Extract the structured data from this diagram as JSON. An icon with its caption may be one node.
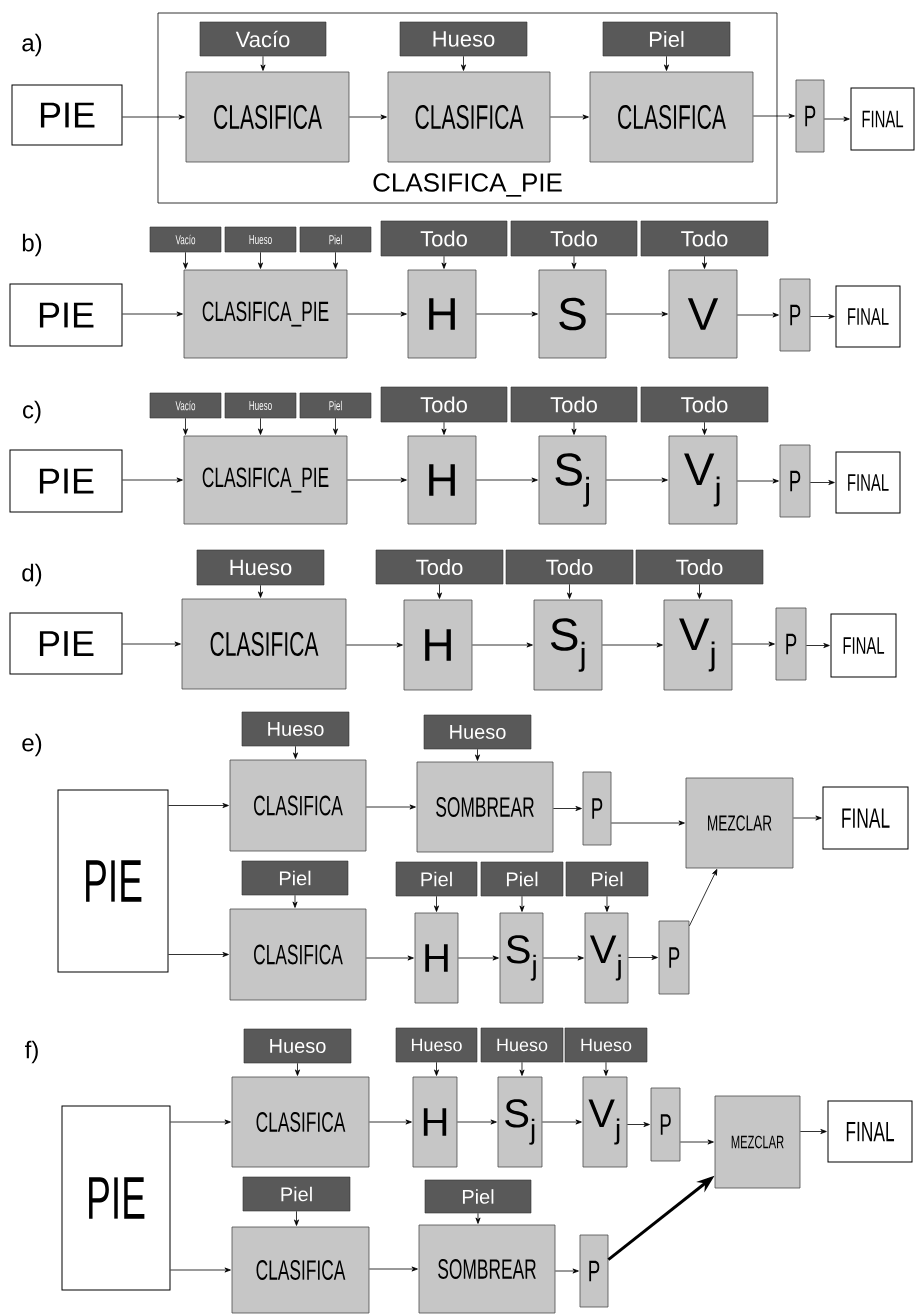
{
  "diagram": {
    "nodes": [
      {
        "text": [
          "PIE"
        ]
      },
      {
        "text": [
          "CLASIFICA_PIE"
        ]
      },
      {
        "text": [
          "Vacío"
        ],
        "in": 1
      },
      {
        "text": [
          "CLASIFICA"
        ],
        "in": 1
      },
      {
        "text": [
          "Hueso"
        ],
        "in": 1
      },
      {
        "text": [
          "CLASIFICA"
        ],
        "in": 1
      },
      {
        "text": [
          "Piel"
        ],
        "in": 1
      },
      {
        "text": [
          "CLASIFICA"
        ],
        "in": 1
      },
      {
        "text": [
          "P"
        ]
      },
      {
        "text": [
          "FINAL"
        ]
      },
      {
        "text": [
          "PIE"
        ]
      },
      {
        "text": [
          "Vacío"
        ]
      },
      {
        "text": [
          "Hueso"
        ]
      },
      {
        "text": [
          "Piel"
        ]
      },
      {
        "text": [
          "CLASIFICA_PIE"
        ]
      },
      {
        "text": [
          "Todo"
        ]
      },
      {
        "text": [
          "H"
        ]
      },
      {
        "text": [
          "Todo"
        ]
      },
      {
        "text": [
          "S"
        ]
      },
      {
        "text": [
          "Todo"
        ]
      },
      {
        "text": [
          "V"
        ]
      },
      {
        "text": [
          "P"
        ]
      },
      {
        "text": [
          "FINAL"
        ]
      },
      {
        "text": [
          "PIE"
        ]
      },
      {
        "text": [
          "Vacío"
        ]
      },
      {
        "text": [
          "Hueso"
        ]
      },
      {
        "text": [
          "Piel"
        ]
      },
      {
        "text": [
          "CLASIFICA_PIE"
        ]
      },
      {
        "text": [
          "Todo"
        ]
      },
      {
        "text": [
          "H"
        ]
      },
      {
        "text": [
          "Todo"
        ]
      },
      {
        "text": [
          "S$_{j}$"
        ]
      },
      {
        "text": [
          "Todo"
        ]
      },
      {
        "text": [
          "V$_{j}$"
        ]
      },
      {
        "text": [
          "P"
        ]
      },
      {
        "text": [
          "FINAL"
        ]
      },
      {
        "text": [
          "PIE"
        ]
      },
      {
        "text": [
          "Hueso"
        ]
      },
      {
        "text": [
          "CLASIFICA"
        ]
      },
      {
        "text": [
          "Todo"
        ]
      },
      {
        "text": [
          "H"
        ]
      },
      {
        "text": [
          "Todo"
        ]
      },
      {
        "text": [
          "S$_{j}$"
        ]
      },
      {
        "text": [
          "Todo"
        ]
      },
      {
        "text": [
          "V$_{j}$"
        ]
      },
      {
        "text": [
          "P"
        ]
      },
      {
        "text": [
          "FINAL"
        ]
      },
      {
        "text": [
          "PIE"
        ]
      },
      {
        "text": [
          "Hueso"
        ]
      },
      {
        "text": [
          "CLASIFICA"
        ]
      },
      {
        "text": [
          "Hueso"
        ]
      },
      {
        "text": [
          "SOMBREAR"
        ]
      },
      {
        "text": [
          "P"
        ]
      },
      {
        "text": [
          "MEZCLAR"
        ]
      },
      {
        "text": [
          "FINAL"
        ]
      },
      {
        "text": [
          "Piel"
        ]
      },
      {
        "text": [
          "CLASIFICA"
        ]
      },
      {
        "text": [
          "Piel"
        ]
      },
      {
        "text": [
          "H"
        ]
      },
      {
        "text": [
          "Piel"
        ]
      },
      {
        "text": [
          "S$_{j}$"
        ]
      },
      {
        "text": [
          "Piel"
        ]
      },
      {
        "text": [
          "V$_{j}$"
        ]
      },
      {
        "text": [
          "P"
        ]
      },
      {
        "text": [
          "PIE"
        ]
      },
      {
        "text": [
          "Hueso"
        ]
      },
      {
        "text": [
          "CLASIFICA"
        ]
      },
      {
        "text": [
          "Hueso"
        ]
      },
      {
        "text": [
          "H"
        ]
      },
      {
        "text": [
          "Hueso"
        ]
      },
      {
        "text": [
          "S$_{j}$"
        ]
      },
      {
        "text": [
          "Hueso"
        ]
      },
      {
        "text": [
          "V$_{j}$"
        ]
      },
      {
        "text": [
          "P"
        ]
      },
      {
        "text": [
          "MEZCLAR"
        ]
      },
      {
        "text": [
          "FINAL"
        ]
      },
      {
        "text": [
          "Piel"
        ]
      },
      {
        "text": [
          "CLASIFICA"
        ]
      },
      {
        "text": [
          "Piel"
        ]
      },
      {
        "text": [
          "SOMBREAR"
        ]
      },
      {
        "text": [
          "P"
        ]
      }
    ],
    "edges": [
      {
        "from": 0,
        "to": 3,
        "arrow": "to"
      },
      {
        "from": 2,
        "to": 3,
        "arrow": "to"
      },
      {
        "from": 3,
        "to": 5,
        "arrow": "to"
      },
      {
        "from": 4,
        "to": 5,
        "arrow": "to"
      },
      {
        "from": 5,
        "to": 7,
        "arrow": "to"
      },
      {
        "from": 6,
        "to": 7,
        "arrow": "to"
      },
      {
        "from": 7,
        "to": 8,
        "arrow": "to"
      },
      {
        "from": 8,
        "to": 9,
        "arrow": "to"
      },
      {
        "from": 10,
        "to": 14,
        "arrow": "to"
      },
      {
        "from": 11,
        "to": 14,
        "arrow": "to"
      },
      {
        "from": 12,
        "to": 14,
        "arrow": "to"
      },
      {
        "from": 13,
        "to": 14,
        "arrow": "to"
      },
      {
        "from": 14,
        "to": 16,
        "arrow": "to"
      },
      {
        "from": 15,
        "to": 16,
        "arrow": "to"
      },
      {
        "from": 16,
        "to": 18,
        "arrow": "to"
      },
      {
        "from": 17,
        "to": 18,
        "arrow": "to"
      },
      {
        "from": 18,
        "to": 20,
        "arrow": "to"
      },
      {
        "from": 19,
        "to": 20,
        "arrow": "to"
      },
      {
        "from": 20,
        "to": 21,
        "arrow": "to"
      },
      {
        "from": 21,
        "to": 22,
        "arrow": "to"
      },
      {
        "from": 23,
        "to": 27,
        "arrow": "to"
      },
      {
        "from": 24,
        "to": 27,
        "arrow": "to"
      },
      {
        "from": 25,
        "to": 27,
        "arrow": "to"
      },
      {
        "from": 26,
        "to": 27,
        "arrow": "to"
      },
      {
        "from": 27,
        "to": 29,
        "arrow": "to"
      },
      {
        "from": 28,
        "to": 29,
        "arrow": "to"
      },
      {
        "from": 29,
        "to": 31,
        "arrow": "to"
      },
      {
        "from": 30,
        "to": 31,
        "arrow": "to"
      },
      {
        "from": 31,
        "to": 33,
        "arrow": "to"
      },
      {
        "from": 32,
        "to": 33,
        "arrow": "to"
      },
      {
        "from": 33,
        "to": 34,
        "arrow": "to"
      },
      {
        "from": 34,
        "to": 35,
        "arrow": "to"
      },
      {
        "from": 36,
        "to": 38,
        "arrow": "to"
      },
      {
        "from": 37,
        "to": 38,
        "arrow": "to"
      },
      {
        "from": 38,
        "to": 40,
        "arrow": "to"
      },
      {
        "from": 39,
        "to": 40,
        "arrow": "to"
      },
      {
        "from": 40,
        "to": 42,
        "arrow": "to"
      },
      {
        "from": 41,
        "to": 42,
        "arrow": "to"
      },
      {
        "from": 42,
        "to": 44,
        "arrow": "to"
      },
      {
        "from": 43,
        "to": 44,
        "arrow": "to"
      },
      {
        "from": 44,
        "to": 45,
        "arrow": "to"
      },
      {
        "from": 45,
        "to": 46,
        "arrow": "to"
      },
      {
        "from": 47,
        "to": 49,
        "arrow": "to"
      },
      {
        "from": 48,
        "to": 49,
        "arrow": "to"
      },
      {
        "from": 49,
        "to": 51,
        "arrow": "to"
      },
      {
        "from": 50,
        "to": 51,
        "arrow": "to"
      },
      {
        "from": 51,
        "to": 52,
        "arrow": "to"
      },
      {
        "from": 52,
        "to": 53,
        "arrow": "to"
      },
      {
        "from": 53,
        "to": 54,
        "arrow": "to"
      },
      {
        "from": 47,
        "to": 56,
        "arrow": "to"
      },
      {
        "from": 55,
        "to": 56,
        "arrow": "to"
      },
      {
        "from": 56,
        "to": 58,
        "arrow": "to"
      },
      {
        "from": 57,
        "to": 58,
        "arrow": "to"
      },
      {
        "from": 58,
        "to": 60,
        "arrow": "to"
      },
      {
        "from": 59,
        "to": 60,
        "arrow": "to"
      },
      {
        "from": 60,
        "to": 62,
        "arrow": "to"
      },
      {
        "from": 61,
        "to": 62,
        "arrow": "to"
      },
      {
        "from": 62,
        "to": 63,
        "arrow": "to"
      },
      {
        "from": 63,
        "to": 53,
        "arrow": "to"
      },
      {
        "from": 64,
        "to": 66,
        "arrow": "to"
      },
      {
        "from": 65,
        "to": 66,
        "arrow": "to"
      },
      {
        "from": 66,
        "to": 68,
        "arrow": "to"
      },
      {
        "from": 67,
        "to": 68,
        "arrow": "to"
      },
      {
        "from": 68,
        "to": 70,
        "arrow": "to"
      },
      {
        "from": 69,
        "to": 70,
        "arrow": "to"
      },
      {
        "from": 70,
        "to": 72,
        "arrow": "to"
      },
      {
        "from": 71,
        "to": 72,
        "arrow": "to"
      },
      {
        "from": 72,
        "to": 73,
        "arrow": "to"
      },
      {
        "from": 73,
        "to": 74,
        "arrow": "to"
      },
      {
        "from": 74,
        "to": 75,
        "arrow": "to"
      },
      {
        "from": 64,
        "to": 77,
        "arrow": "to"
      },
      {
        "from": 76,
        "to": 77,
        "arrow": "to"
      },
      {
        "from": 77,
        "to": 79,
        "arrow": "to"
      },
      {
        "from": 78,
        "to": 79,
        "arrow": "to"
      },
      {
        "from": 79,
        "to": 80,
        "arrow": "to"
      },
      {
        "from": 80,
        "to": 74,
        "arrow": "to",
        "style": "thick"
      }
    ],
    "labels": [
      "a)",
      "b)",
      "c)",
      "d)",
      "e)",
      "f)"
    ]
  }
}
